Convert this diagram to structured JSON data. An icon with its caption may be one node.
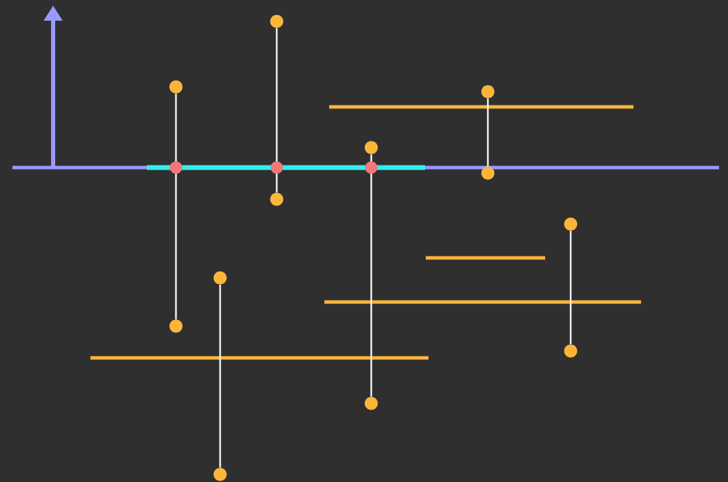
{
  "diagram": {
    "nodes": [
      {
        "text": [],
        "shape": "circle"
      },
      {
        "text": [],
        "shape": "circle"
      },
      {
        "text": [],
        "shape": "circle"
      },
      {
        "text": [],
        "shape": "circle"
      },
      {
        "text": [],
        "shape": "circle"
      },
      {
        "text": [],
        "shape": "circle"
      },
      {
        "text": [],
        "shape": "circle"
      },
      {
        "text": [],
        "shape": "circle"
      },
      {
        "text": [],
        "shape": "circle"
      },
      {
        "text": [],
        "shape": "circle"
      },
      {
        "text": [],
        "shape": "circle"
      },
      {
        "text": [],
        "shape": "circle"
      }
    ],
    "edges": [
      {
        "from": 0,
        "to": 1,
        "arrow": "none"
      },
      {
        "from": 2,
        "to": 3,
        "arrow": "none"
      },
      {
        "from": 4,
        "to": 5,
        "arrow": "none"
      },
      {
        "from": 6,
        "to": 7,
        "arrow": "none"
      },
      {
        "from": 8,
        "to": 9,
        "arrow": "none"
      },
      {
        "from": 10,
        "to": 11,
        "arrow": "none"
      }
    ]
  }
}
